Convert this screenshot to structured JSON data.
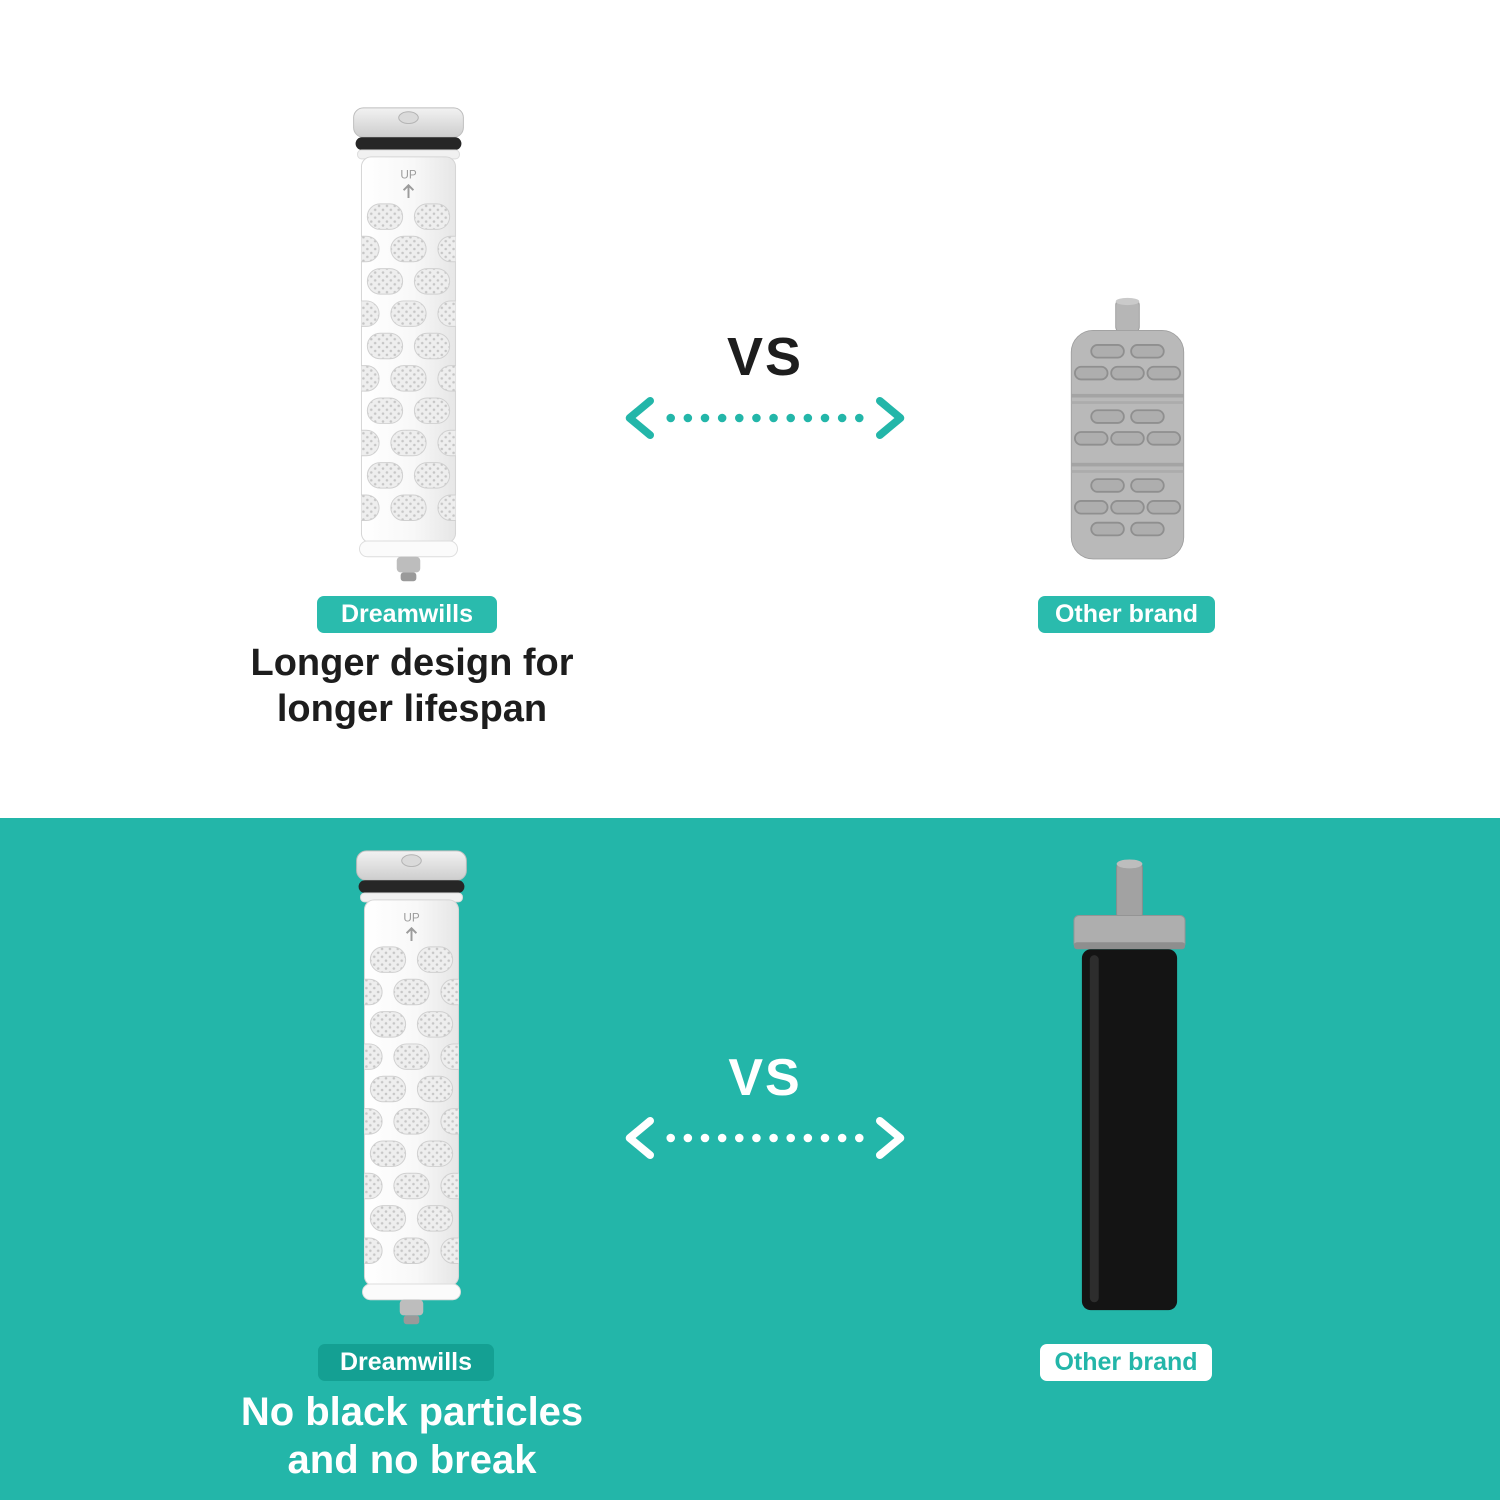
{
  "colors": {
    "background_top": "#ffffff",
    "background_bottom": "#23b6a9",
    "badge_teal": "#2abbad",
    "badge_teal_dark": "#14a093",
    "text_dark": "#1d1d1d",
    "text_light": "#ffffff"
  },
  "dreamwills_product": {
    "up_marking": "UP"
  },
  "sections": {
    "top": {
      "vs_label": "VS",
      "dreamwills_badge": "Dreamwills",
      "caption_line1": "Longer design for",
      "caption_line2": "longer lifespan",
      "other_badge": "Other brand"
    },
    "bottom": {
      "vs_label": "VS",
      "dreamwills_badge": "Dreamwills",
      "caption_line1": "No black particles",
      "caption_line2": "and no break",
      "other_badge": "Other brand"
    }
  }
}
